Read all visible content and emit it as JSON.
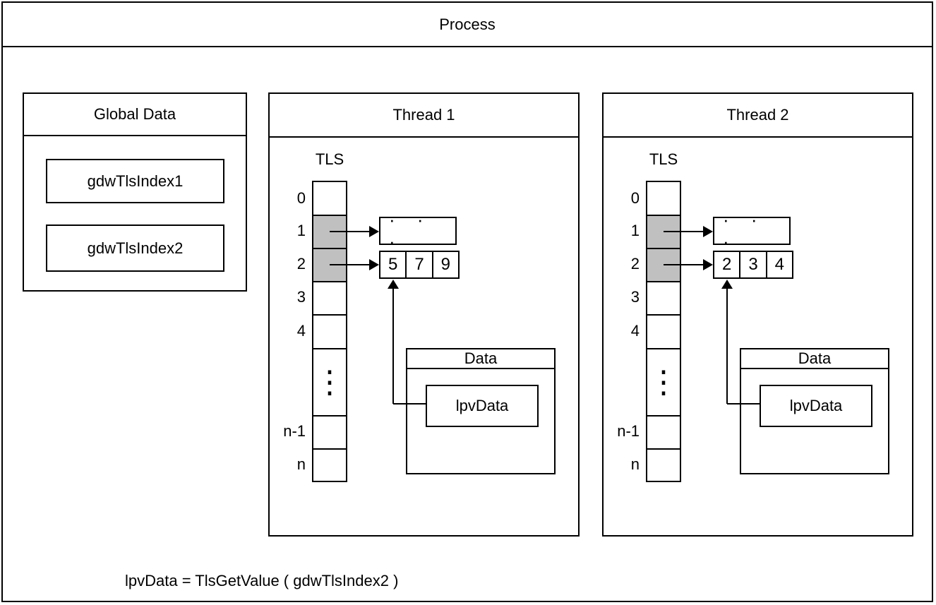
{
  "process": {
    "title": "Process"
  },
  "global_data": {
    "title": "Global Data",
    "items": [
      "gdwTlsIndex1",
      "gdwTlsIndex2"
    ]
  },
  "tls": {
    "label": "TLS",
    "row_labels": [
      "0",
      "1",
      "2",
      "3",
      "4",
      "n-1",
      "n"
    ],
    "ellipsis_horizontal": "· · ·",
    "ellipsis_vertical": "⋮"
  },
  "threads": [
    {
      "title": "Thread 1",
      "values": [
        "5",
        "7",
        "9"
      ],
      "data_box_title": "Data",
      "pointer_label": "lpvData"
    },
    {
      "title": "Thread 2",
      "values": [
        "2",
        "3",
        "4"
      ],
      "data_box_title": "Data",
      "pointer_label": "lpvData"
    }
  ],
  "caption": "lpvData = TlsGetValue ( gdwTlsIndex2 )",
  "colors": {
    "highlight": "#c0c0c0",
    "line": "#000000",
    "background": "#ffffff"
  }
}
